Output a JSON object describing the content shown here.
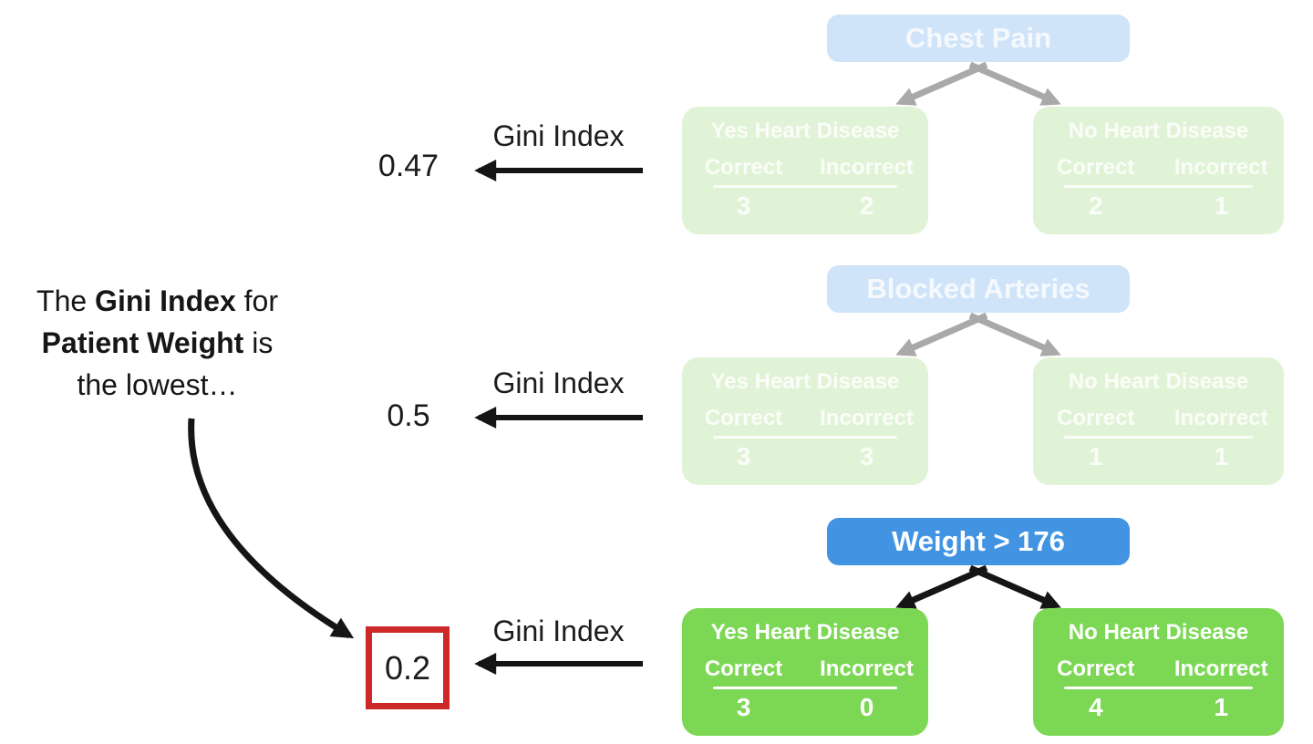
{
  "annotation": {
    "line1_pre": "The ",
    "line1_bold": "Gini Index",
    "line1_post": " for",
    "line2_bold": "Patient Weight",
    "line2_post": " is",
    "line3": "the lowest…"
  },
  "gini_rows": [
    {
      "label": "Gini Index",
      "value": "0.47",
      "highlighted": false
    },
    {
      "label": "Gini Index",
      "value": "0.5",
      "highlighted": false
    },
    {
      "label": "Gini Index",
      "value": "0.2",
      "highlighted": true
    }
  ],
  "trees": [
    {
      "header": "Chest Pain",
      "state": "faded",
      "left_leaf": {
        "title": "Yes Heart Disease",
        "col1": "Correct",
        "col2": "Incorrect",
        "val1": "3",
        "val2": "2"
      },
      "right_leaf": {
        "title": "No Heart Disease",
        "col1": "Correct",
        "col2": "Incorrect",
        "val1": "2",
        "val2": "1"
      }
    },
    {
      "header": "Blocked Arteries",
      "state": "faded",
      "left_leaf": {
        "title": "Yes Heart Disease",
        "col1": "Correct",
        "col2": "Incorrect",
        "val1": "3",
        "val2": "3"
      },
      "right_leaf": {
        "title": "No Heart Disease",
        "col1": "Correct",
        "col2": "Incorrect",
        "val1": "1",
        "val2": "1"
      }
    },
    {
      "header": "Weight > 176",
      "state": "active",
      "left_leaf": {
        "title": "Yes Heart Disease",
        "col1": "Correct",
        "col2": "Incorrect",
        "val1": "3",
        "val2": "0"
      },
      "right_leaf": {
        "title": "No Heart Disease",
        "col1": "Correct",
        "col2": "Incorrect",
        "val1": "4",
        "val2": "1"
      }
    }
  ],
  "colors": {
    "header_active_bg": "#4294e3",
    "header_faded_bg": "#cfe4f8",
    "leaf_active_bg": "#7cd854",
    "leaf_faded_bg": "#e1f3d6",
    "arrow_faded": "#a9a9a9",
    "arrow_active": "#151515",
    "highlight_red": "#cb2a28"
  }
}
